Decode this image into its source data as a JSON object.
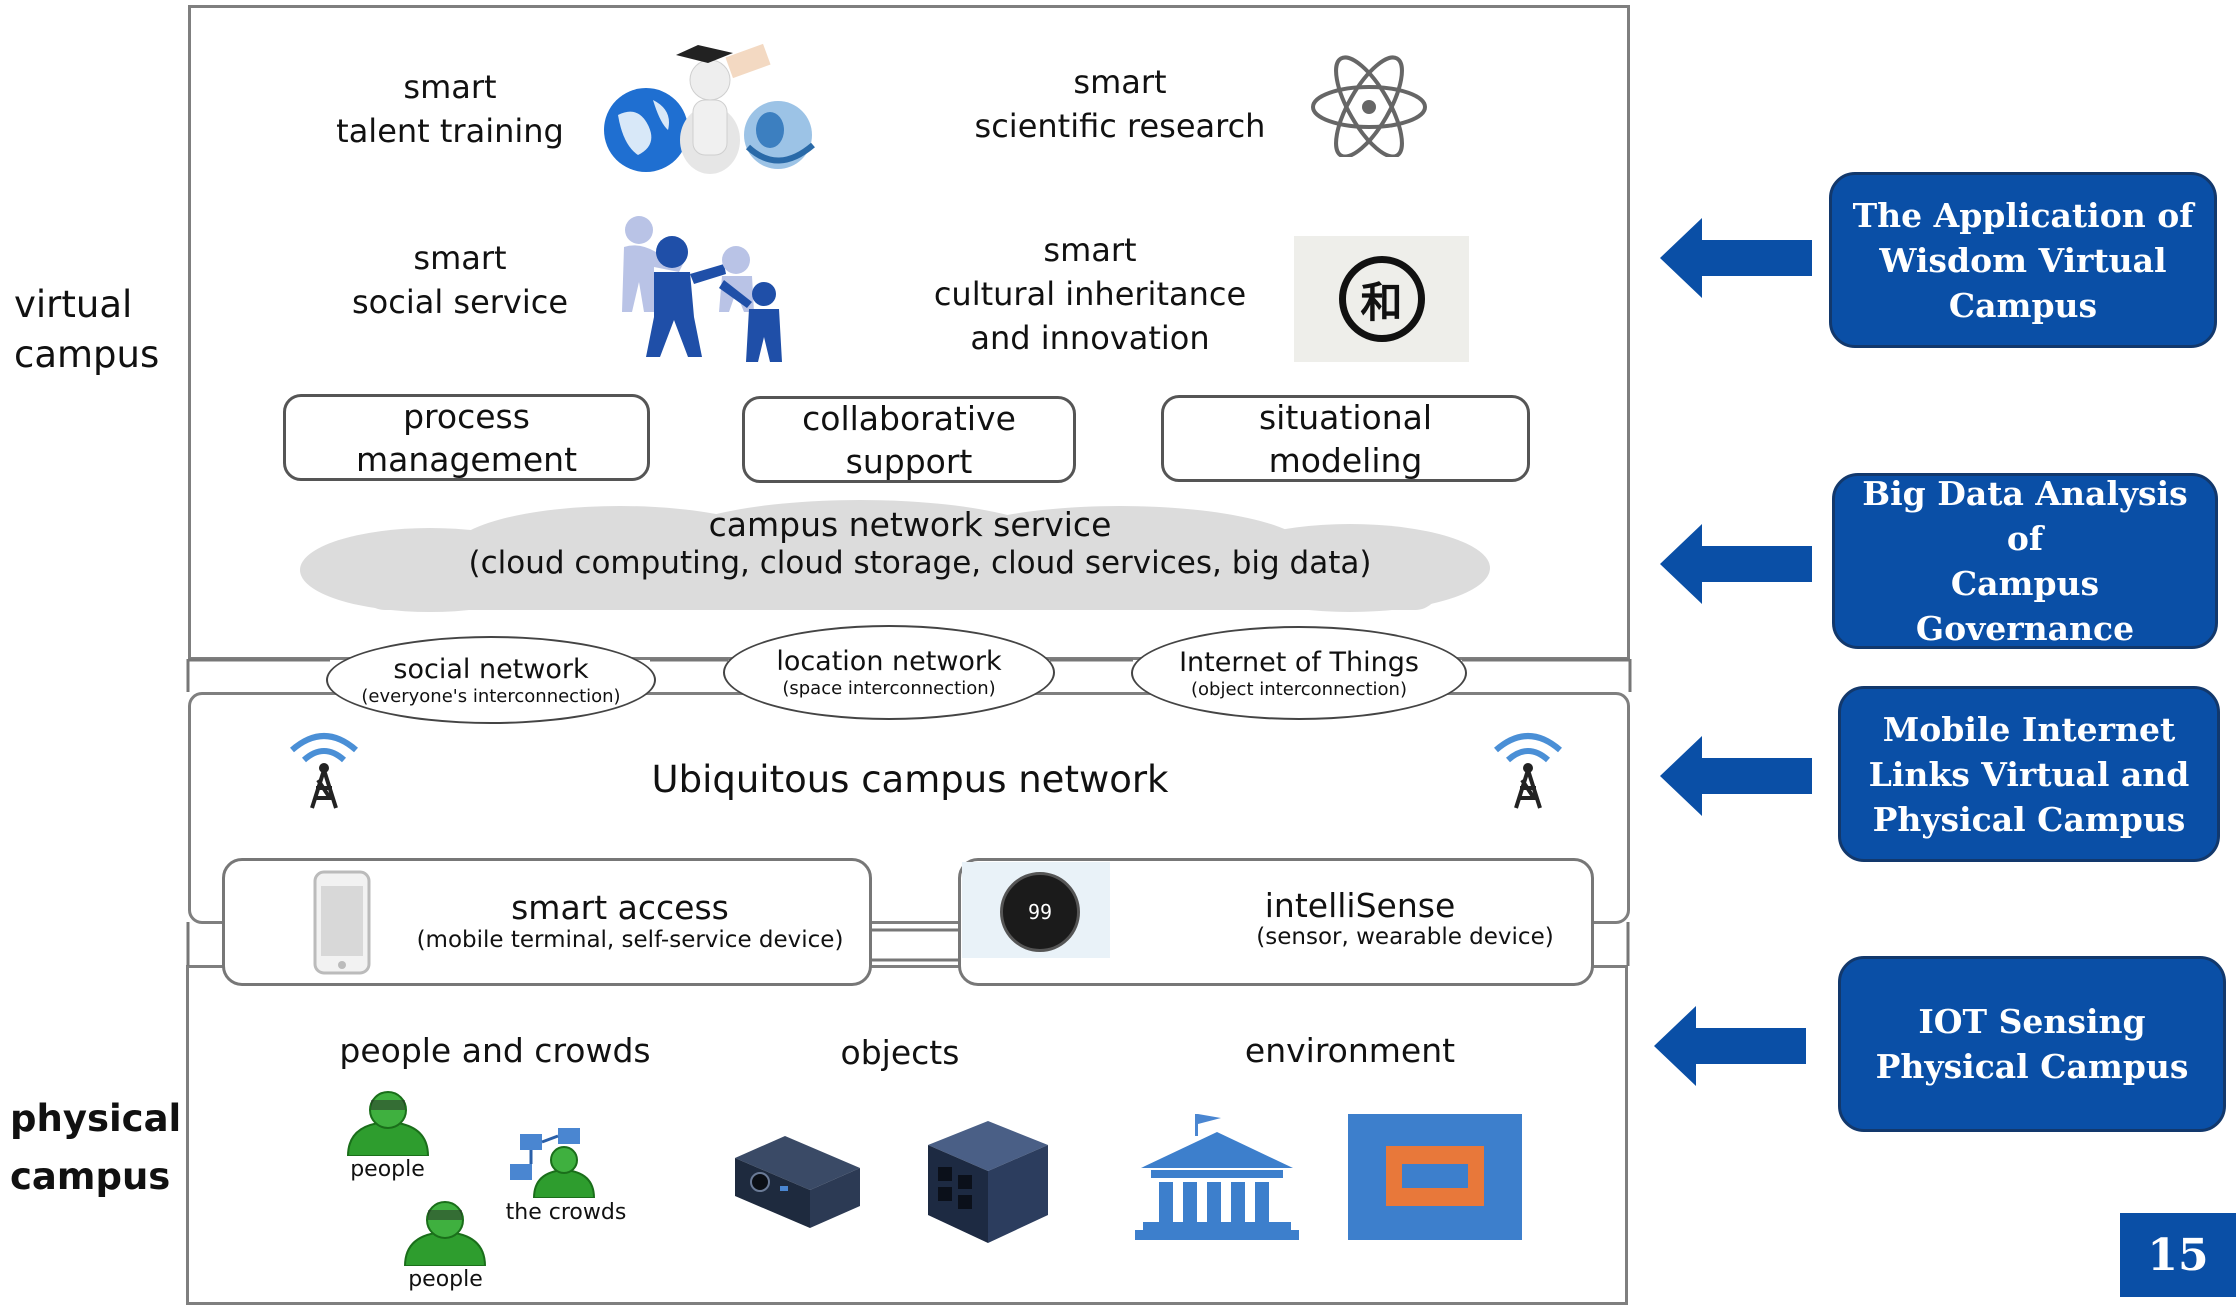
{
  "side_labels": {
    "virtual": [
      "virtual",
      "campus"
    ],
    "physical": [
      "physical",
      "campus"
    ]
  },
  "virtual_top": {
    "talent_training": [
      "smart",
      "talent training"
    ],
    "scientific_research": [
      "smart",
      "scientific research"
    ],
    "social_service": [
      "smart",
      "social service"
    ],
    "cultural": [
      "smart",
      "cultural inheritance",
      "and innovation"
    ],
    "calligraphy_char": "和"
  },
  "pills": [
    [
      "process",
      "management"
    ],
    [
      "collaborative",
      "support"
    ],
    [
      "situational",
      "modeling"
    ]
  ],
  "cloud": {
    "title": "campus network service",
    "subtitle": "(cloud computing, cloud storage, cloud services, big data)"
  },
  "networks": [
    {
      "title": "social network",
      "sub": "(everyone's interconnection)"
    },
    {
      "title": "location network",
      "sub": "(space interconnection)"
    },
    {
      "title": "Internet of Things",
      "sub": "(object interconnection)"
    }
  ],
  "ubiquitous": "Ubiquitous campus network",
  "smart_access": {
    "title": "smart access",
    "sub": "(mobile terminal, self-service device)"
  },
  "intellisense": {
    "title": "intelliSense",
    "sub": "(sensor, wearable device)",
    "display": "99"
  },
  "physical": {
    "people_crowds": "people and crowds",
    "objects": "objects",
    "environment": "environment",
    "people1": "people",
    "crowds": "the crowds",
    "people2": "people"
  },
  "blue_boxes": [
    [
      "The Application of",
      "Wisdom Virtual",
      "Campus"
    ],
    [
      "Big Data Analysis of",
      "Campus",
      "Governance"
    ],
    [
      "Mobile Internet",
      "Links Virtual  and",
      "Physical Campus"
    ],
    [
      "IOT Sensing",
      "Physical Campus"
    ]
  ],
  "page_number": "15",
  "colors": {
    "accent_blue": "#0a4fa6",
    "person_green": "#2e9d2e",
    "globe_blue": "#1f6fd1",
    "orange": "#e8783a"
  }
}
